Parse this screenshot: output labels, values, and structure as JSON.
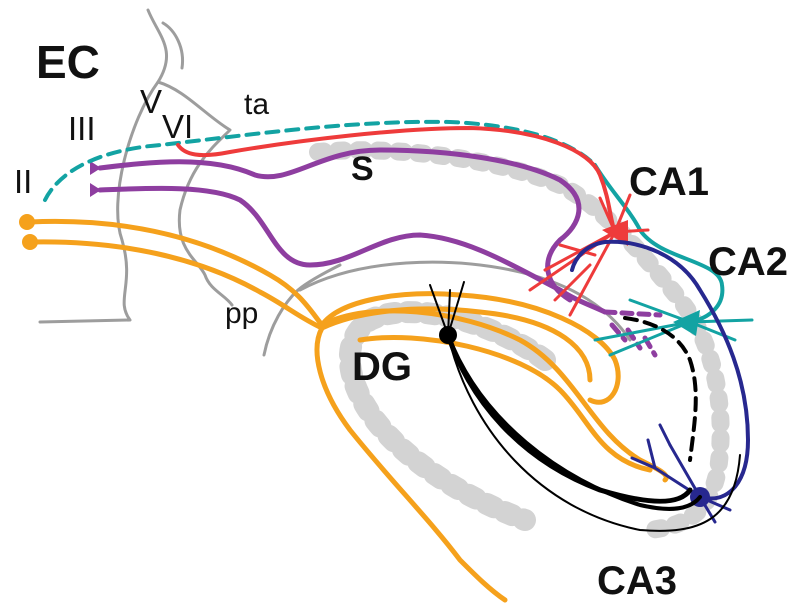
{
  "labels": {
    "ec": "EC",
    "layer_ii": "II",
    "layer_iii": "III",
    "layer_v": "V",
    "layer_vi": "VI",
    "ta": "ta",
    "pp": "pp",
    "s": "S",
    "dg": "DG",
    "ca1": "CA1",
    "ca2": "CA2",
    "ca3": "CA3"
  },
  "colors": {
    "outline": "#9d9d9d",
    "cell_layer": "#d3d3d3",
    "layer_ii_pathway": "#f5a11c",
    "layer_iii_pathway": "#8e3ea0",
    "ca1_pathway": "#ee3b3b",
    "ca2_pathway": "#13a3a3",
    "ca3_pathway": "#27288f",
    "dg_mossy": "#000000"
  }
}
